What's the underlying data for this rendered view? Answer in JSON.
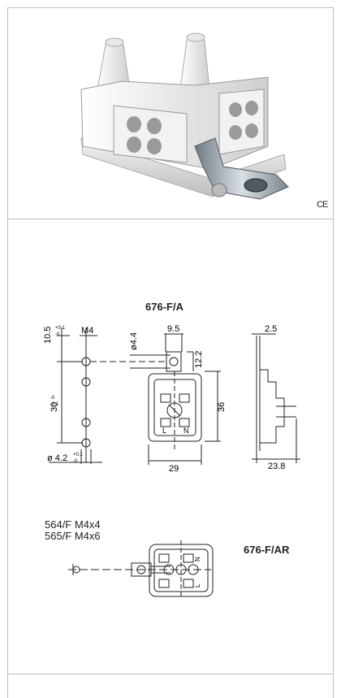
{
  "marks": {
    "ce": "CE"
  },
  "drawing_a": {
    "title": "676-F/A",
    "dims": {
      "m4": "M4",
      "tol_top": "10.5",
      "tol_top_sup": "+0.1",
      "tol_top_sub": "-0",
      "dia_44": "ø4.4",
      "w_95": "9.5",
      "h_122": "12.2",
      "h_36": "36",
      "w_29": "29",
      "h_30": "30",
      "h_30_sup": "-0",
      "h_30_sub": "-0.1",
      "dia_42": "ø 4.2",
      "dia_42_sup": "+0.1",
      "dia_42_sub": "-0",
      "t_25": "2.5",
      "d_238": "23.8",
      "l_label": "L",
      "n_label": "N"
    }
  },
  "drawing_b": {
    "title": "676-F/AR",
    "accessories": [
      "564/F M4x4",
      "565/F M4x6"
    ],
    "n_label": "N",
    "l_label": "L"
  }
}
